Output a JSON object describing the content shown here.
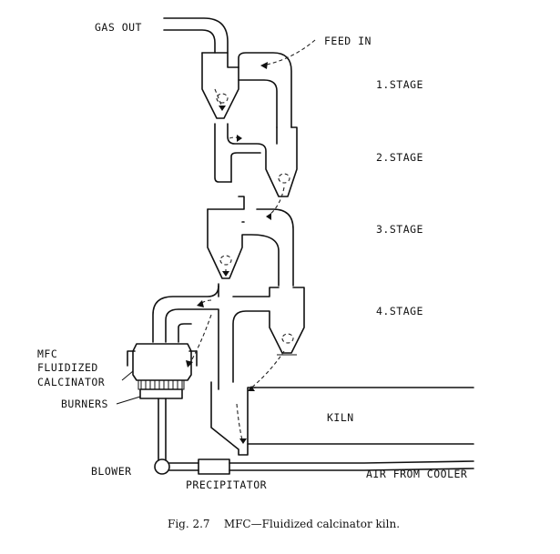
{
  "labels": {
    "gas_out": "GAS OUT",
    "feed_in": "FEED IN",
    "stage1": "1.STAGE",
    "stage2": "2.STAGE",
    "stage3": "3.STAGE",
    "stage4": "4.STAGE",
    "mfc_line1": "MFC",
    "mfc_line2": "FLUIDIZED",
    "mfc_line3": "CALCINATOR",
    "burners": "BURNERS",
    "kiln": "KILN",
    "blower": "BLOWER",
    "precipitator": "PRECIPITATOR",
    "air_from_cooler": "AIR FROM COOLER"
  },
  "caption": "Fig. 2.7    MFC—Fluidized calcinator kiln."
}
